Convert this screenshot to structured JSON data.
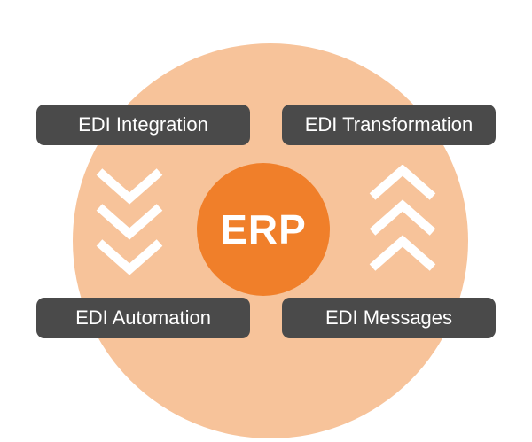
{
  "center": {
    "label": "ERP"
  },
  "boxes": {
    "top_left": "EDI Integration",
    "top_right": "EDI Transformation",
    "bottom_left": "EDI Automation",
    "bottom_right": "EDI Messages"
  },
  "colors": {
    "outer_circle": "#f7c39a",
    "center_circle": "#f07f2a",
    "box_fill": "#4a4a4a",
    "text_light": "#ffffff",
    "chevron": "#ffffff"
  },
  "icons": {
    "left_arrows": "chevrons-down-icon",
    "right_arrows": "chevrons-up-icon"
  }
}
